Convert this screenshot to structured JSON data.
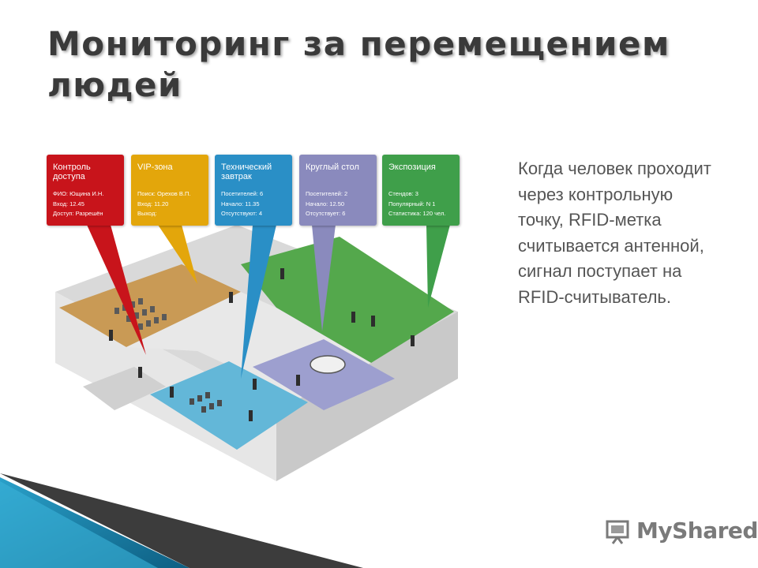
{
  "slide": {
    "title": "Мониторинг за перемещением людей",
    "body": "Когда человек проходит через контрольную точку, RFID-метка считывается антенной, сигнал поступает на RFID-считыватель."
  },
  "cards": [
    {
      "title": "Контроль доступа",
      "color": "#c8141b",
      "lines": [
        "ФИО: Ющина И.Н.",
        "Вход: 12.45",
        "Доступ: Разрешён"
      ]
    },
    {
      "title": "VIP-зона",
      "color": "#e3a60b",
      "lines": [
        "Поиск: Орехов В.П.",
        "Вход: 11.20",
        "Выход:"
      ]
    },
    {
      "title": "Технический завтрак",
      "color": "#2a8fc6",
      "lines": [
        "Посетителей: 6",
        "Начало: 11.35",
        "Отсутствуют: 4"
      ]
    },
    {
      "title": "Круглый стол",
      "color": "#8a8abd",
      "lines": [
        "Посетителей: 2",
        "Начало: 12.50",
        "Отсутствует: 6"
      ]
    },
    {
      "title": "Экспозиция",
      "color": "#3f9f4a",
      "lines": [
        "Стендов: 3",
        "Популярный: N 1",
        "Статистика: 120 чел."
      ]
    }
  ],
  "logo": {
    "text": "MyShared",
    "icon": "presentation-board-icon"
  }
}
